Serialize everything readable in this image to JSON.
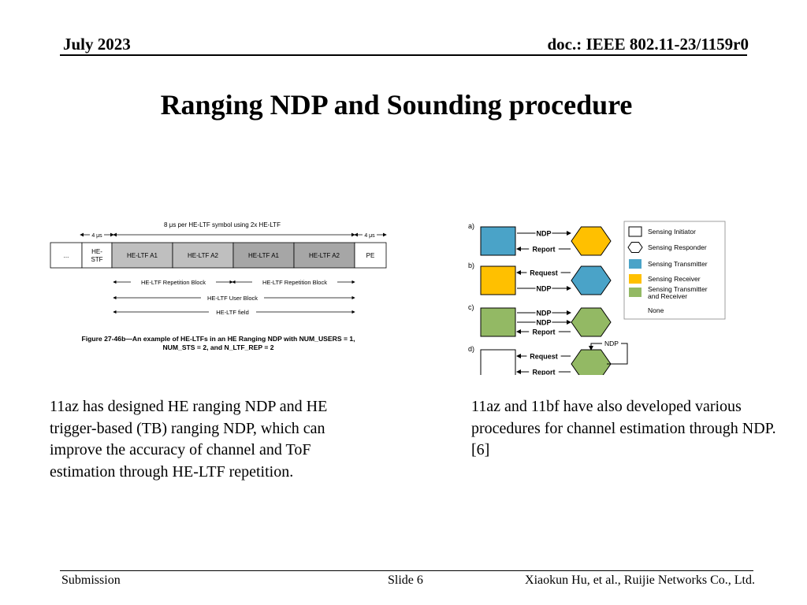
{
  "header": {
    "date": "July 2023",
    "doc": "doc.: IEEE 802.11-23/1159r0"
  },
  "title": "Ranging NDP and Sounding procedure",
  "figure_left": {
    "top_label": "8 μs per HE-LTF symbol using 2x HE-LTF",
    "left_dur": "4 μs",
    "right_dur": "4 μs",
    "fields": [
      "...",
      "HE-\nSTF",
      "HE-LTF A1",
      "HE-LTF A2",
      "HE-LTF A1",
      "HE-LTF A2",
      "PE"
    ],
    "rep_block_1": "HE-LTF Repetition Block",
    "rep_block_2": "HE-LTF Repetition Block",
    "user_block": "HE-LTF User Block",
    "ltf_field": "HE-LTF field",
    "caption_line1": "Figure 27-46b—An example of HE-LTFs in an HE Ranging NDP with NUM_USERS = 1,",
    "caption_line2": "NUM_STS = 2, and N_LTF_REP = 2"
  },
  "figure_right": {
    "rows": [
      {
        "letter": "a)",
        "msgs": [
          "NDP",
          "Report"
        ]
      },
      {
        "letter": "b)",
        "msgs": [
          "Request",
          "NDP"
        ]
      },
      {
        "letter": "c)",
        "msgs": [
          "NDP",
          "NDP",
          "Report"
        ]
      },
      {
        "letter": "d)",
        "msgs": [
          "Request",
          "Report"
        ],
        "loop_label": "NDP"
      }
    ],
    "legend": [
      {
        "label": "Sensing Initiator"
      },
      {
        "label": "Sensing Responder"
      },
      {
        "label": "Sensing Transmitter",
        "color": "#4aa3c8"
      },
      {
        "label": "Sensing Receiver",
        "color": "#ffc000"
      },
      {
        "label": "Sensing Transmitter",
        "label2": "and Receiver",
        "color": "#93b964"
      },
      {
        "label": "None"
      }
    ]
  },
  "colors": {
    "blue": "#4aa3c8",
    "yellow": "#ffc000",
    "green": "#93b964",
    "gray": "#bfbfbf",
    "dark_gray": "#a6a6a6"
  },
  "paragraph_left": "11az has designed HE ranging NDP and HE trigger-based (TB) ranging NDP, which can improve the accuracy of channel and ToF estimation through HE-LTF repetition.",
  "paragraph_right": "11az and 11bf have also developed various procedures for channel estimation through NDP. [6]",
  "footer": {
    "left": "Submission",
    "center": "Slide 6",
    "right": "Xiaokun Hu, et al., Ruijie Networks Co., Ltd."
  }
}
